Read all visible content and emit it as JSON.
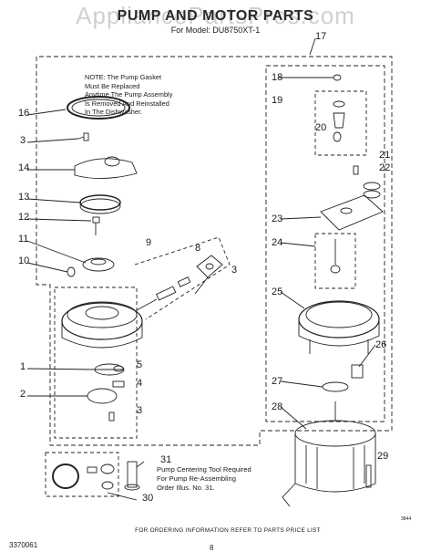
{
  "header": {
    "title": "PUMP AND MOTOR PARTS",
    "subtitle": "For Model: DU8750XT-1",
    "watermark": "AppliancePartsPros.com"
  },
  "note": {
    "lines": [
      "NOTE: The Pump Gasket",
      "Must Be Replaced",
      "Anytime The Pump Assembly",
      "Is Removed And Reinstalled",
      "In The Dishwasher."
    ]
  },
  "callouts": {
    "c1": "1",
    "c2": "2",
    "c3a": "3",
    "c3b": "3",
    "c3c": "3",
    "c4": "4",
    "c5": "5",
    "c8": "8",
    "c9": "9",
    "c10": "10",
    "c11": "11",
    "c12": "12",
    "c13": "13",
    "c14": "14",
    "c16": "16",
    "c17": "17",
    "c18": "18",
    "c19": "19",
    "c20": "20",
    "c21": "21",
    "c22": "22",
    "c23": "23",
    "c24": "24",
    "c25": "25",
    "c26": "26",
    "c27": "27",
    "c28": "28",
    "c29": "29",
    "c30": "30",
    "c31": "31"
  },
  "tool_note": {
    "lines": [
      "Pump Centering Tool Required",
      "For Pump Re-Assembling",
      "Order Illus. No. 31."
    ]
  },
  "footer": {
    "note": "FOR ORDERING INFORMATION REFER TO PARTS PRICE LIST",
    "doc_number": "3370061",
    "page_number": "8",
    "small_id": "3844"
  }
}
